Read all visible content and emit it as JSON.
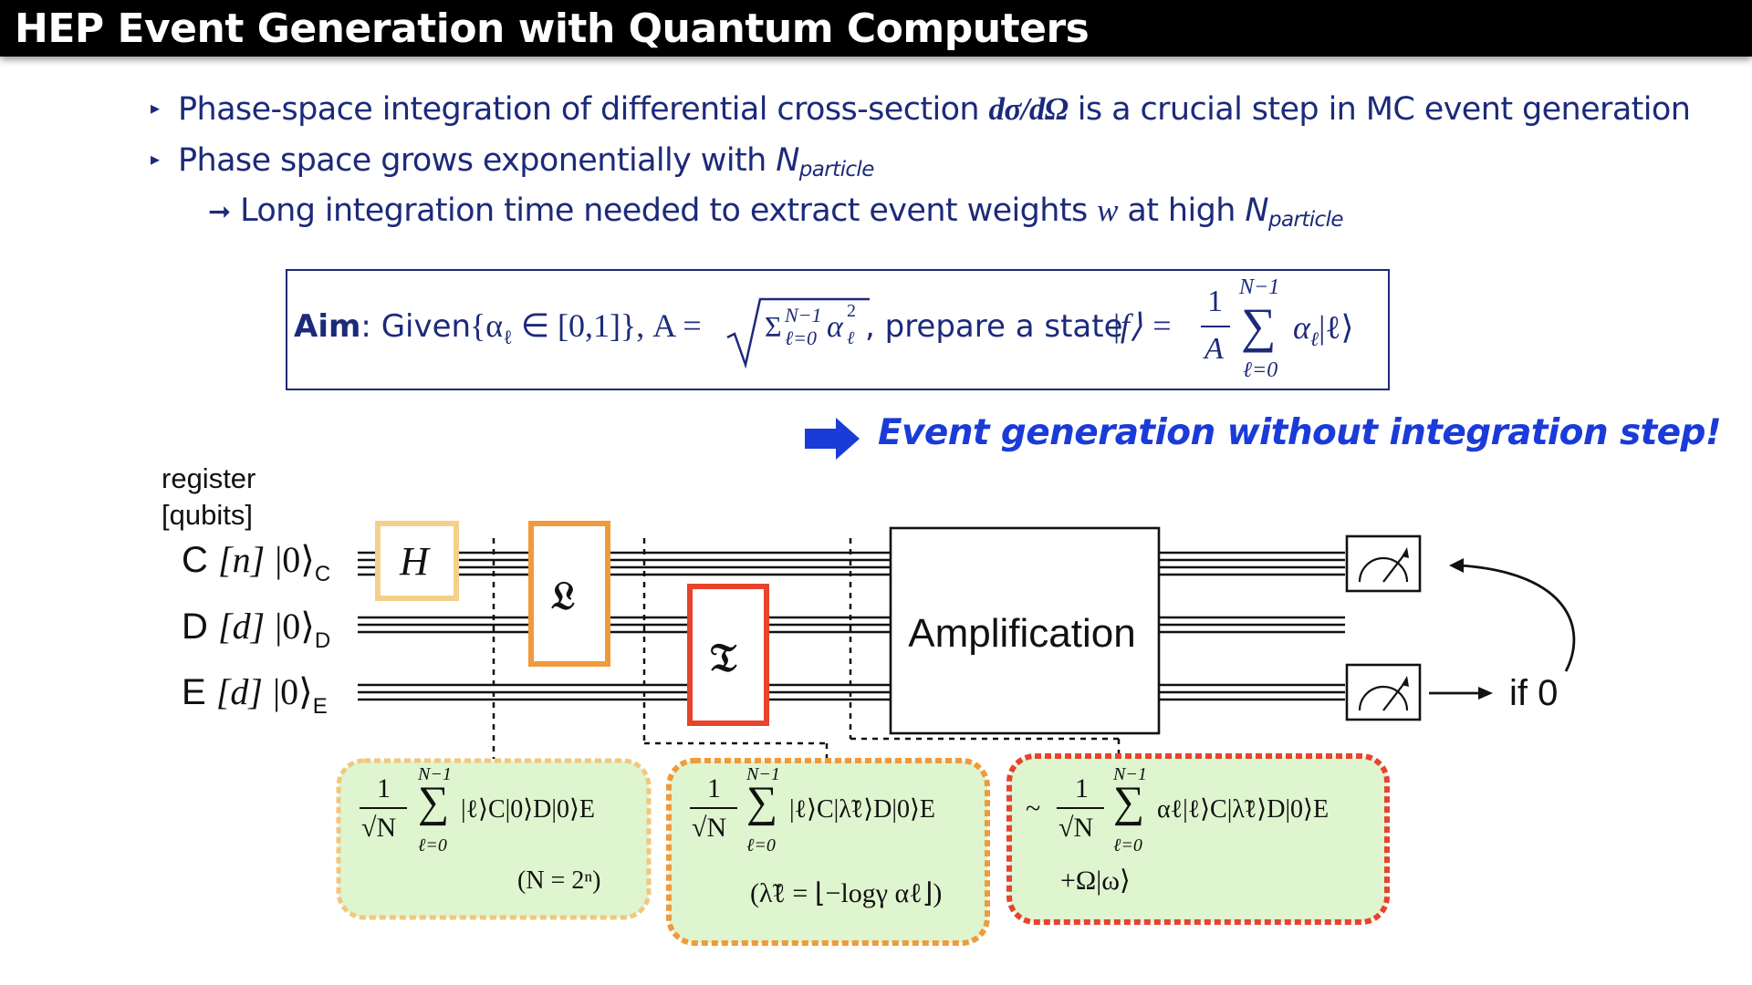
{
  "title": "HEP Event Generation with Quantum Computers",
  "bullets": {
    "b1_pre": "Phase-space integration of differential cross-section ",
    "b1_math": "dσ/dΩ",
    "b1_post": " is a crucial step in MC event generation",
    "b2_pre": "Phase space grows exponentially with ",
    "b2_N": "N",
    "b2_sub": "particle",
    "b3_arrow": "➞",
    "b3_pre": "Long integration time needed to extract event weights ",
    "b3_w": "w",
    "b3_mid": " at high ",
    "b3_N": "N",
    "b3_sub": "particle"
  },
  "aim": {
    "label": "Aim",
    "colon": ":",
    "given": "Given ",
    "set": "{α",
    "set_sub": "ℓ",
    "set_rest": " ∈ [0,1]}, A = ",
    "sqrt_body": "Σ",
    "sqrt_sup": "N−1",
    "sqrt_sub": "ℓ=0",
    "sqrt_alpha": "α",
    "sqrt_alpha_sup": "2",
    "sqrt_alpha_sub": "ℓ",
    "comma": ",",
    "prepare": " prepare a state ",
    "ket_f": "|f⟩ =",
    "frac_num": "1",
    "frac_den": "A",
    "sum_sup": "N−1",
    "sum_sym": "∑",
    "sum_sub": "ℓ=0",
    "sum_body": "α",
    "sum_body_sub": "ℓ",
    "sum_ket": "|ℓ⟩"
  },
  "event_generation": "Event generation without integration step!",
  "register_label": [
    "register",
    "[qubits]"
  ],
  "qubits": [
    {
      "reg": "C",
      "size": "[n]",
      "ket": "|0⟩",
      "sub": "C"
    },
    {
      "reg": "D",
      "size": "[d]",
      "ket": "|0⟩",
      "sub": "D"
    },
    {
      "reg": "E",
      "size": "[d]",
      "ket": "|0⟩",
      "sub": "E"
    }
  ],
  "gates": {
    "H": "H",
    "L": "𝔏",
    "T": "𝔗",
    "amplification": "Amplification"
  },
  "if_label": "if 0",
  "state_boxes": [
    {
      "frac": "1",
      "den": "√N",
      "sup": "N−1",
      "sub": "ℓ=0",
      "body": "|ℓ⟩C|0⟩D|0⟩E",
      "note": "(N = 2ⁿ)"
    },
    {
      "frac": "1",
      "den": "√N",
      "sup": "N−1",
      "sub": "ℓ=0",
      "body": "|ℓ⟩C|λ̃ℓ⟩D|0⟩E",
      "note": "(λ̃ℓ = ⌊−logγ αℓ⌋)"
    },
    {
      "prefix": "~",
      "frac": "1",
      "den": "√N",
      "sup": "N−1",
      "sub": "ℓ=0",
      "body": "αℓ|ℓ⟩C|λ̃ℓ⟩D|0⟩E",
      "note": "+Ω|ω⟩"
    }
  ],
  "colors": {
    "title_bg": "#000000",
    "text_blue": "#1c2a7a",
    "accent_blue": "#1a3bd8",
    "H_border": "#f5d08a",
    "L_border": "#ef9a3c",
    "T_border": "#e8432c",
    "box_fill": "#dff5cf"
  }
}
